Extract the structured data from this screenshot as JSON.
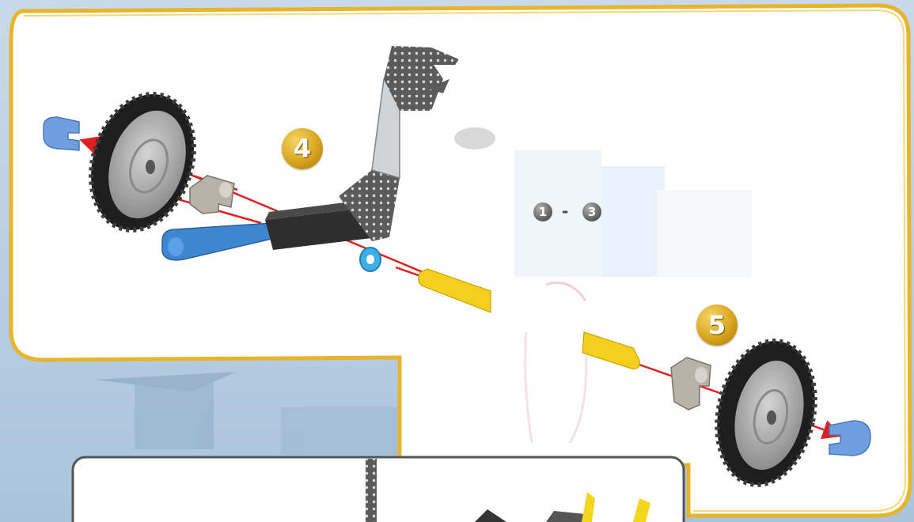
{
  "steps": {
    "step4": "4",
    "step5": "5",
    "ref_from": "1",
    "ref_dash": "-",
    "ref_to": "3"
  },
  "colors": {
    "frame_gold": "#e7b52b",
    "badge_gold": "#d7a51e",
    "arrow_red": "#e02020",
    "tire_black": "#1e1e1e",
    "hub_gray": "#b9b9b9",
    "clip_blue": "#6f9fe0",
    "rod_yellow": "#f5cf1e",
    "connector_blue": "#3f86d0",
    "inset_border": "#555555"
  },
  "icons": [
    "wheel-icon",
    "hub-icon",
    "clip-icon",
    "connector-icon",
    "rod-icon",
    "spacer-icon",
    "bracket-icon",
    "arrow-icon"
  ]
}
